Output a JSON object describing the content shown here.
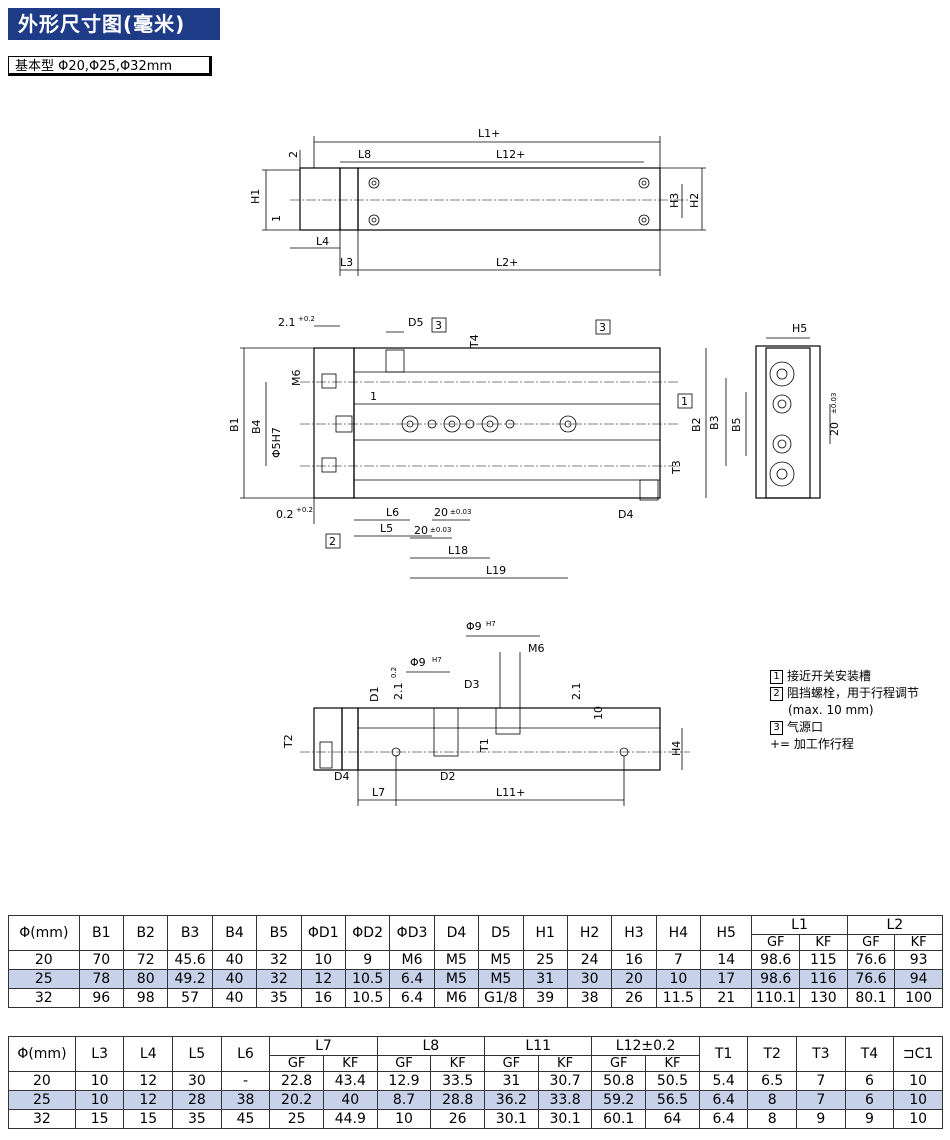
{
  "header": {
    "title": "外形尺寸图(毫米)",
    "subtitle": "基本型 Φ20,Φ25,Φ32mm"
  },
  "drawing_labels": {
    "top": [
      "2",
      "L8",
      "L1+",
      "L12+",
      "H1",
      "1",
      "L4",
      "L3",
      "L2+",
      "H3",
      "H2"
    ],
    "middle": [
      "2.1",
      "+0.2",
      "D5",
      "3",
      "T4",
      "3",
      "H5",
      "M6",
      "B1",
      "B4",
      "Φ5H7",
      "1",
      "B2",
      "B3",
      "B5",
      "20",
      "±0.03",
      "T3",
      "D4",
      "0.2",
      "+0.2",
      "L6",
      "20",
      "±0.03",
      "L5",
      "20",
      "±0.03",
      "2",
      "L18",
      "L19"
    ],
    "bottom": [
      "Φ9",
      "H7",
      "M6",
      "Φ9",
      "H7",
      "D3",
      "D1",
      "2.1",
      "0.2",
      "2.1",
      "10",
      "T2",
      "T1",
      "H4",
      "D4",
      "D2",
      "L7",
      "L11+"
    ]
  },
  "legend": [
    {
      "num": "1",
      "text": "接近开关安装槽"
    },
    {
      "num": "2",
      "text": "阻挡螺栓，用于行程调节"
    },
    {
      "num": "",
      "text": "(max. 10 mm)"
    },
    {
      "num": "3",
      "text": "气源口"
    },
    {
      "num": "",
      "text": "+= 加工作行程"
    }
  ],
  "table1": {
    "headers": [
      "Φ(mm)",
      "B1",
      "B2",
      "B3",
      "B4",
      "B5",
      "ΦD1",
      "ΦD2",
      "ΦD3",
      "D4",
      "D5",
      "H1",
      "H2",
      "H3",
      "H4",
      "H5",
      "L1",
      "L2"
    ],
    "subheaders": [
      "GF",
      "KF",
      "GF",
      "KF"
    ],
    "rows": [
      [
        "20",
        "70",
        "72",
        "45.6",
        "40",
        "32",
        "10",
        "9",
        "M6",
        "M5",
        "M5",
        "25",
        "24",
        "16",
        "7",
        "14",
        "98.6",
        "115",
        "76.6",
        "93"
      ],
      [
        "25",
        "78",
        "80",
        "49.2",
        "40",
        "32",
        "12",
        "10.5",
        "6.4",
        "M5",
        "M5",
        "31",
        "30",
        "20",
        "10",
        "17",
        "98.6",
        "116",
        "76.6",
        "94"
      ],
      [
        "32",
        "96",
        "98",
        "57",
        "40",
        "35",
        "16",
        "10.5",
        "6.4",
        "M6",
        "G1/8",
        "39",
        "38",
        "26",
        "11.5",
        "21",
        "110.1",
        "130",
        "80.1",
        "100"
      ]
    ]
  },
  "table2": {
    "headers": [
      "Φ(mm)",
      "L3",
      "L4",
      "L5",
      "L6",
      "L7",
      "L8",
      "L11",
      "L12±0.2",
      "T1",
      "T2",
      "T3",
      "T4",
      "⊐C1"
    ],
    "subheaders": [
      "GF",
      "KF",
      "GF",
      "KF",
      "GF",
      "KF",
      "GF",
      "KF"
    ],
    "rows": [
      [
        "20",
        "10",
        "12",
        "30",
        "-",
        "22.8",
        "43.4",
        "12.9",
        "33.5",
        "31",
        "30.7",
        "50.8",
        "50.5",
        "5.4",
        "6.5",
        "7",
        "6",
        "10"
      ],
      [
        "25",
        "10",
        "12",
        "28",
        "38",
        "20.2",
        "40",
        "8.7",
        "28.8",
        "36.2",
        "33.8",
        "59.2",
        "56.5",
        "6.4",
        "8",
        "7",
        "6",
        "10"
      ],
      [
        "32",
        "15",
        "15",
        "35",
        "45",
        "25",
        "44.9",
        "10",
        "26",
        "30.1",
        "30.1",
        "60.1",
        "64",
        "6.4",
        "8",
        "9",
        "9",
        "10"
      ]
    ]
  }
}
